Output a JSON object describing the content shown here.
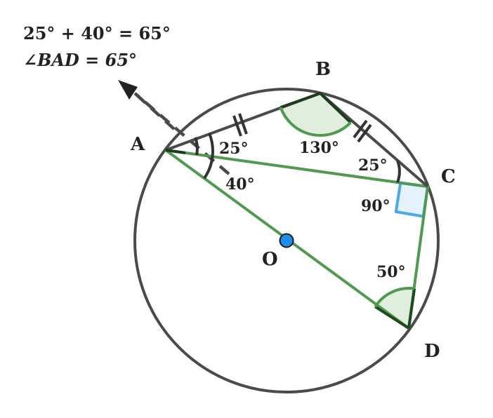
{
  "note": {
    "line1": "25° + 40° = 65°",
    "line2": "∠BAD = 65°"
  },
  "points": {
    "A": "A",
    "B": "B",
    "C": "C",
    "D": "D",
    "O": "O"
  },
  "angles": {
    "abc": "130°",
    "bac": "25°",
    "bca": "25°",
    "cad": "40°",
    "acd": "90°",
    "adc": "50°"
  },
  "colors": {
    "circle": "#4a4a4a",
    "green_line": "#4e9a4e",
    "dark_edge": "#222222",
    "arc_fill": "#e2eedd",
    "right_angle_stroke": "#4aaae8",
    "right_angle_fill": "#e3f2fb",
    "center_dot": "#1a8ff0"
  }
}
